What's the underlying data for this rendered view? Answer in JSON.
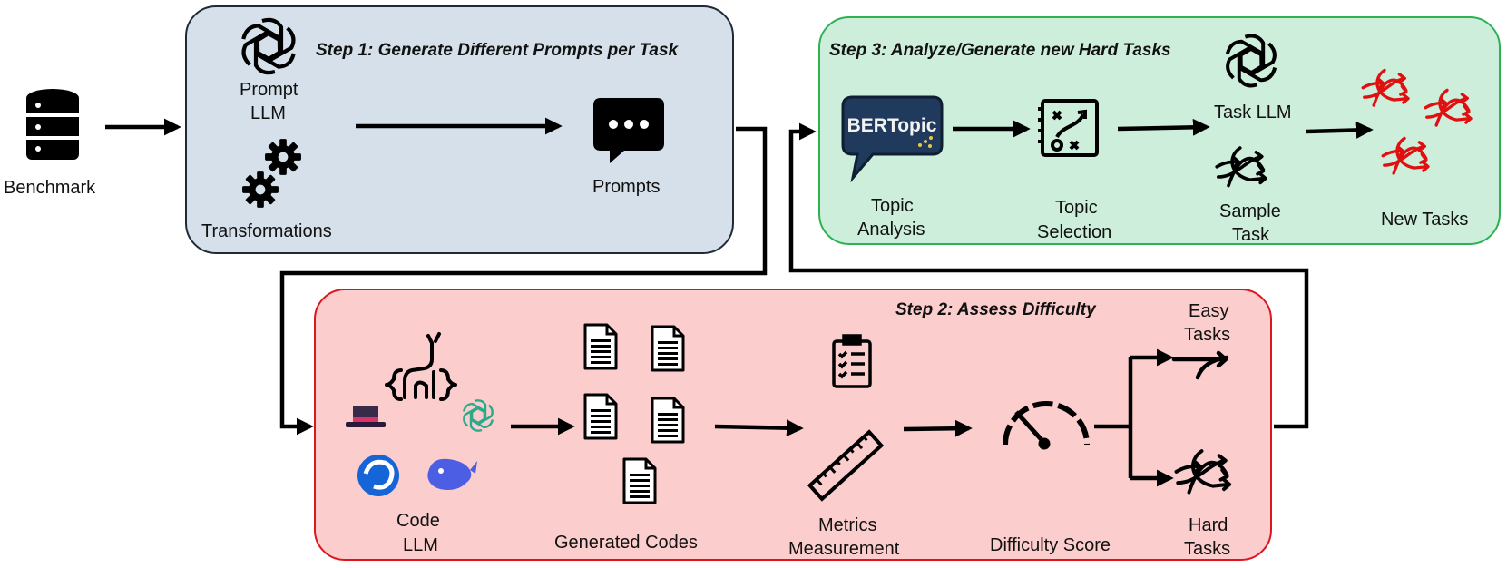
{
  "benchmark": {
    "label": "Benchmark"
  },
  "step1": {
    "title": "Step 1: Generate Different Prompts per Task",
    "prompt_llm_line1": "Prompt",
    "prompt_llm_line2": "LLM",
    "transformations": "Transformations",
    "prompts": "Prompts"
  },
  "step3": {
    "title": "Step 3: Analyze/Generate new Hard Tasks",
    "bertopic_logo": "BERTopic",
    "topic_analysis_line1": "Topic",
    "topic_analysis_line2": "Analysis",
    "topic_selection_line1": "Topic",
    "topic_selection_line2": "Selection",
    "task_llm": "Task LLM",
    "sample_task_line1": "Sample",
    "sample_task_line2": "Task",
    "new_tasks": "New Tasks"
  },
  "step2": {
    "title": "Step 2: Assess Difficulty",
    "code_llm_line1": "Code",
    "code_llm_line2": "LLM",
    "generated_codes": "Generated Codes",
    "metrics_line1": "Metrics",
    "metrics_line2": "Measurement",
    "difficulty_score": "Difficulty Score",
    "easy_tasks_line1": "Easy",
    "easy_tasks_line2": "Tasks",
    "hard_tasks_line1": "Hard",
    "hard_tasks_line2": "Tasks"
  },
  "colors": {
    "step1_fill": "#d5e0ea",
    "step1_border": "#1e2a36",
    "step2_fill": "#fbcdcd",
    "step2_border": "#e0141e",
    "step3_fill": "#cdeedb",
    "step3_border": "#2eb251",
    "new_task_icon": "#e01010"
  },
  "icons": [
    "database-icon",
    "openai-logo-icon",
    "gears-icon",
    "chat-bubble-icon",
    "bertopic-logo-icon",
    "strategy-board-icon",
    "branching-arrows-icon",
    "document-icon",
    "clipboard-checklist-icon",
    "ruler-icon",
    "speedometer-icon",
    "llama-icon",
    "deepseek-whale-icon"
  ]
}
